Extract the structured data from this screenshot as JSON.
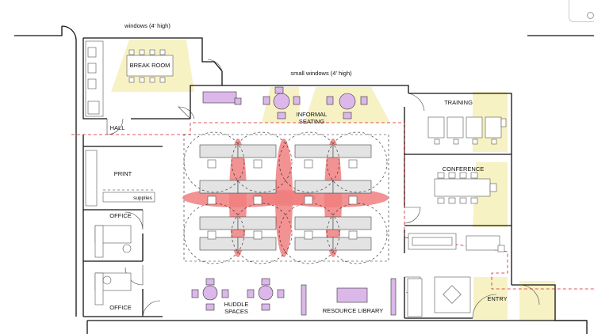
{
  "labels": {
    "windows_4ft": "windows (4' high)",
    "break_room": "BREAK ROOM",
    "small_windows": "small windows (4' high)",
    "informal_line1": "INFORMAL",
    "informal_line2": "SEATING",
    "training": "TRAINING",
    "hall": "HALL",
    "print": "PRINT",
    "supplies": "supplies",
    "conference": "CONFERENCE",
    "office_upper": "OFFICE",
    "office_lower": "OFFICE",
    "huddle_line1": "HUDDLE",
    "huddle_line2": "SPACES",
    "resource_library": "RESOURCE LIBRARY",
    "entry": "ENTRY"
  },
  "colors": {
    "window_light": "#f6f2c4",
    "circulation_petal": "#f07f7f",
    "furniture_purple": "#dcb7ea",
    "red_boundary": "#d0202a",
    "desk_gray": "#e3e3e3"
  }
}
